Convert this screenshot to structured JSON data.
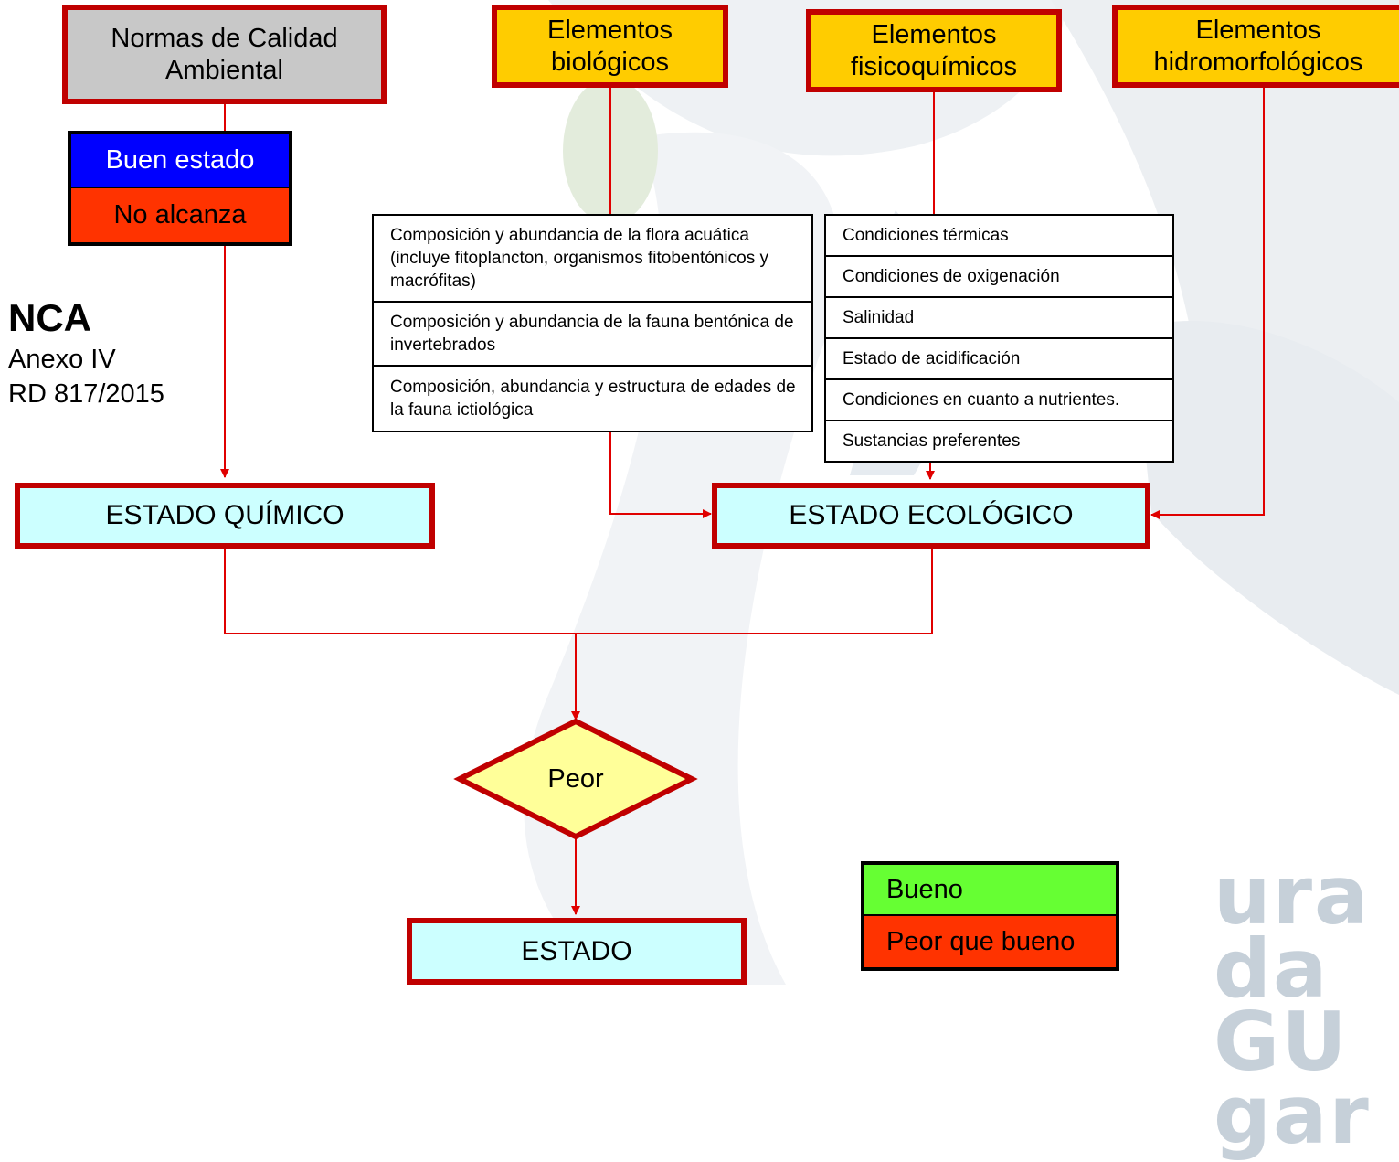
{
  "sources": {
    "nca": "Normas de Calidad Ambiental",
    "bio": "Elementos biológicos",
    "fq": "Elementos fisicoquímicos",
    "hm": "Elementos hidromorfológicos"
  },
  "nca_legend": {
    "good": "Buen estado",
    "bad": "No alcanza",
    "good_color": "#0000ff",
    "bad_color": "#ff3300"
  },
  "nca_note": {
    "title": "NCA",
    "line1": "Anexo IV",
    "line2": "RD 817/2015"
  },
  "bio_items": [
    "Composición y abundancia de la flora acuática (incluye fitoplancton, organismos fitobentónicos y macrófitas)",
    "Composición y abundancia de la fauna bentónica de invertebrados",
    "Composición, abundancia y estructura de edades de la fauna ictiológica"
  ],
  "fq_items": [
    "Condiciones térmicas",
    "Condiciones de oxigenación",
    "Salinidad",
    "Estado de acidificación",
    "Condiciones en cuanto a nutrientes.",
    "Sustancias preferentes"
  ],
  "states": {
    "chemical": "ESTADO QUÍMICO",
    "ecological": "ESTADO ECOLÓGICO",
    "decision": "Peor",
    "final": "ESTADO"
  },
  "final_legend": {
    "good": "Bueno",
    "bad": "Peor que bueno",
    "good_color": "#66ff33",
    "bad_color": "#ff3300"
  },
  "logo": {
    "line1": "ura da",
    "line2": "GU gar"
  },
  "colors": {
    "line": "#e00000",
    "box_border": "#c00000",
    "source_fill": "#ffcc00",
    "state_fill": "#ccffff",
    "decision_fill": "#ffff99"
  }
}
